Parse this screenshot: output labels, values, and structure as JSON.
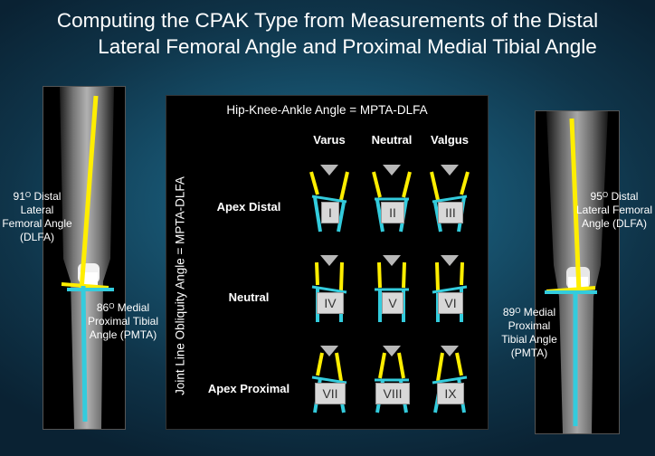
{
  "title": {
    "line1": "Computing the CPAK Type from Measurements of the Distal",
    "line2": "Lateral Femoral Angle and Proximal Medial Tibial Angle"
  },
  "left_xray": {
    "dlfa_value": "91",
    "dlfa_text": " Distal Lateral Femoral Angle (DLFA)",
    "mpta_value": "86",
    "mpta_text": " Medial Proximal Tibial Angle (PMTA)"
  },
  "right_xray": {
    "dlfa_value": "95",
    "dlfa_text": " Distal Lateral Femoral Angle (DLFA)",
    "mpta_value": "89",
    "mpta_text": " Medial Proximal Tibial Angle (PMTA)"
  },
  "degree_symbol": "O",
  "panel": {
    "hka_label": "Hip-Knee-Ankle Angle = MPTA-DLFA",
    "jlo_label": "Joint Line Obliquity Angle = MPTA-DLFA",
    "columns": [
      "Varus",
      "Neutral",
      "Valgus"
    ],
    "rows": [
      "Apex Distal",
      "Neutral",
      "Apex Proximal"
    ],
    "cells": [
      [
        "I",
        "II",
        "III"
      ],
      [
        "IV",
        "V",
        "VI"
      ],
      [
        "VII",
        "VIII",
        "IX"
      ]
    ]
  },
  "colors": {
    "femur_line": "#ffee00",
    "tibia_line": "#33ccdd",
    "indicator": "#b8b8b8"
  }
}
